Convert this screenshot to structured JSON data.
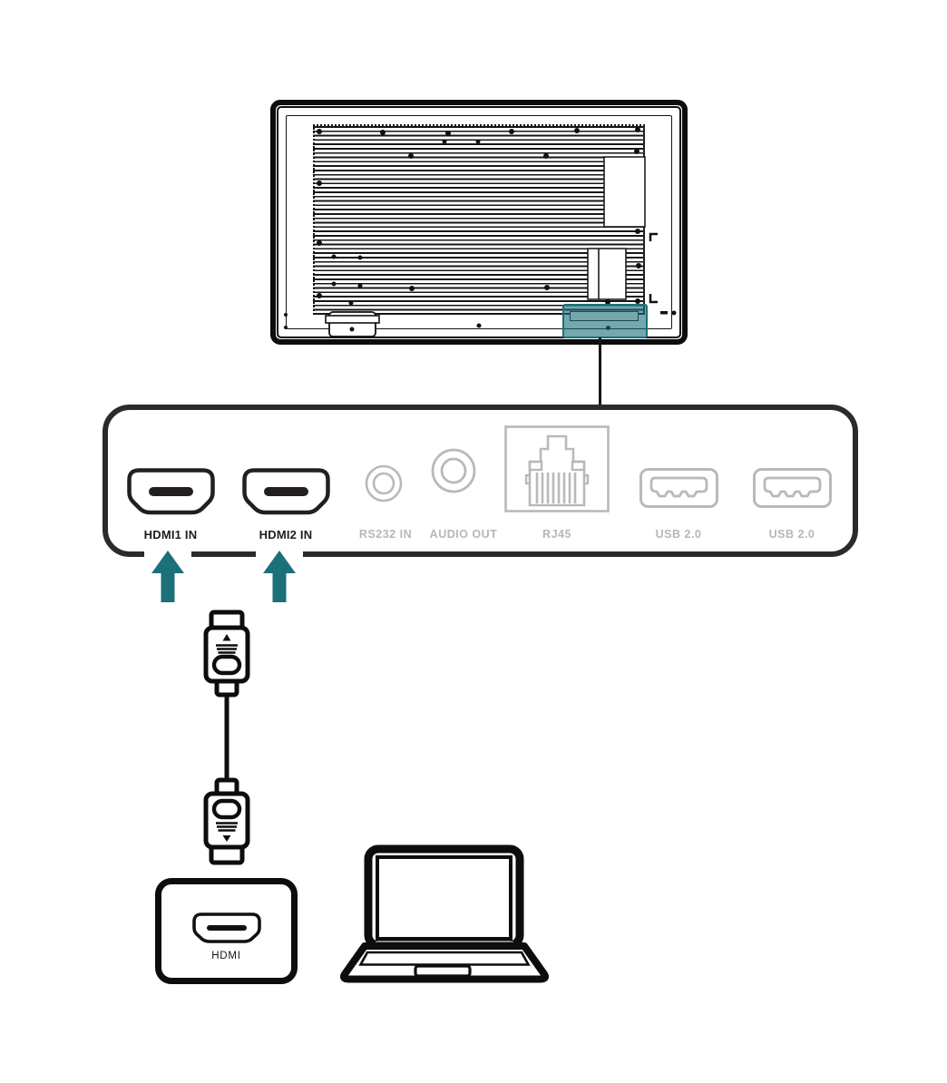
{
  "panel": {
    "ports": [
      {
        "id": "hdmi1",
        "label": "HDMI1 IN",
        "type": "hdmi",
        "state": "active"
      },
      {
        "id": "hdmi2",
        "label": "HDMI2 IN",
        "type": "hdmi",
        "state": "active"
      },
      {
        "id": "rs232",
        "label": "RS232 IN",
        "type": "jack",
        "state": "dimmed"
      },
      {
        "id": "audio",
        "label": "AUDIO OUT",
        "type": "jack",
        "state": "dimmed"
      },
      {
        "id": "rj45",
        "label": "RJ45",
        "type": "ethernet",
        "state": "dimmed"
      },
      {
        "id": "usb1",
        "label": "USB 2.0",
        "type": "usb",
        "state": "dimmed"
      },
      {
        "id": "usb2",
        "label": "USB 2.0",
        "type": "usb",
        "state": "dimmed"
      }
    ]
  },
  "source_port": {
    "label": "HDMI"
  },
  "colors": {
    "accent_teal": "#1B707A",
    "highlight_fill_rgba": "rgba(23,110,120,0.60)",
    "line_black": "#111111",
    "inactive_gray": "#B7B7B7",
    "panel_border": "#2B2B2B"
  }
}
